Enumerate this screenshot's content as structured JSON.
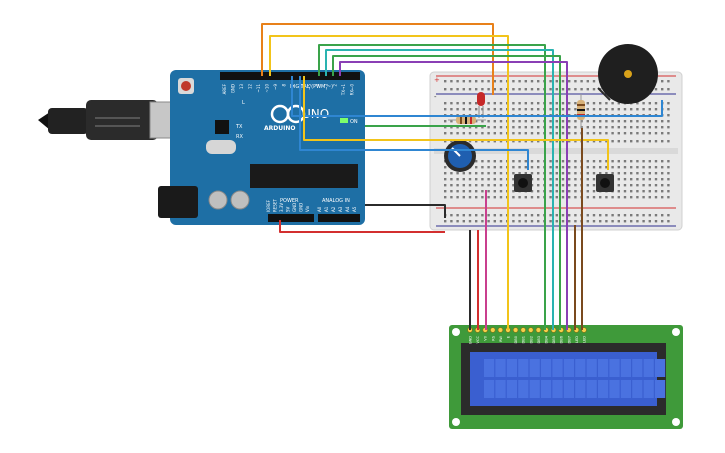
{
  "arduino": {
    "brand": "ARDUINO",
    "model": "UNO",
    "digital_label": "DIGITAL (PWM ~)",
    "power_label": "POWER",
    "analog_label": "ANALOG IN",
    "on_label": "ON",
    "tx_label": "TX",
    "rx_label": "RX",
    "l_label": "L",
    "digital_pins": [
      "AREF",
      "GND",
      "13",
      "12",
      "~11",
      "~10",
      "~9",
      "8",
      "7",
      "~6",
      "~5",
      "4",
      "~3",
      "2",
      "TX→1",
      "RX←0"
    ],
    "power_pins": [
      "IOREF",
      "RESET",
      "3.3V",
      "5V",
      "GND",
      "GND",
      "Vin"
    ],
    "analog_pins": [
      "A0",
      "A1",
      "A2",
      "A3",
      "A4",
      "A5"
    ]
  },
  "breadboard": {
    "rail_plus": "+",
    "rail_minus": "-"
  },
  "lcd": {
    "pins": [
      "GND",
      "VCC",
      "V0",
      "RS",
      "RW",
      "E",
      "DB0",
      "DB1",
      "DB2",
      "DB3",
      "DB4",
      "DB5",
      "DB6",
      "DB7",
      "LED",
      "LED"
    ]
  },
  "colors": {
    "board_blue": "#1e6fa5",
    "breadboard": "#e9e9e9",
    "lcd_pcb": "#3f9a3a",
    "lcd_screen": "#3a5fd0",
    "wire_orange": "#e8811a",
    "wire_yellow": "#f2c41a",
    "wire_green": "#3aa34a",
    "wire_teal": "#2ab3b0",
    "wire_blue": "#2f86d2",
    "wire_purple": "#8a3fb5",
    "wire_red": "#d32f2f",
    "wire_black": "#2b2b2b",
    "wire_pink": "#c93f8e",
    "wire_brown": "#7a4a1e"
  }
}
